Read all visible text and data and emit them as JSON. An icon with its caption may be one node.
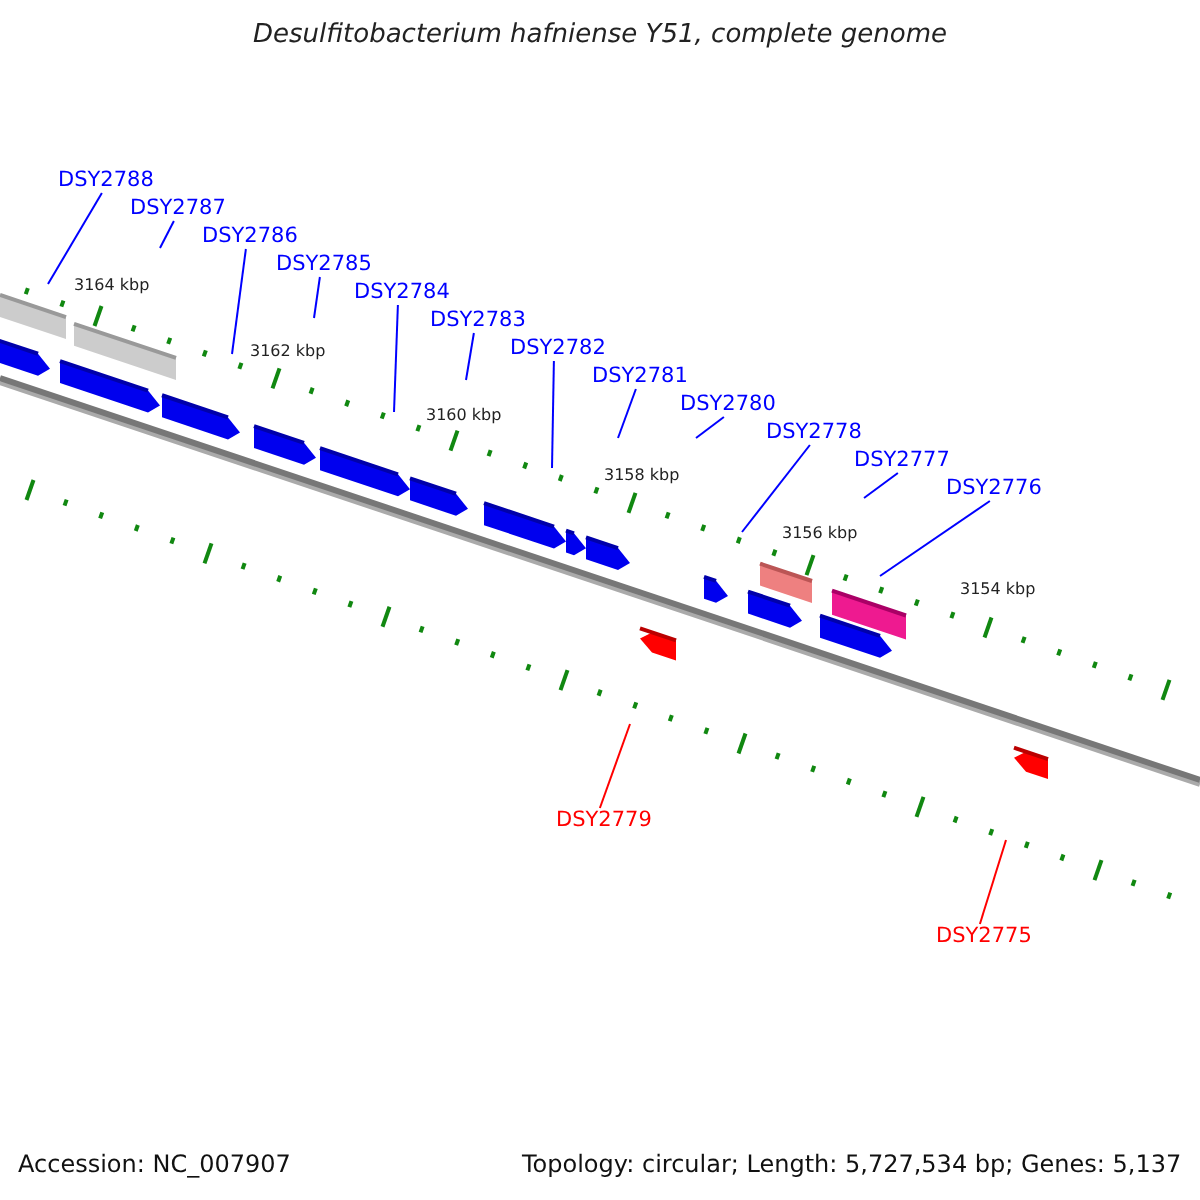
{
  "diagram": {
    "title": "Desulfitobacterium hafniense Y51, complete genome",
    "nodes": [
      {
        "text": [
          "DSY2788"
        ]
      },
      {
        "text": [
          "DSY2787"
        ]
      },
      {
        "text": [
          "DSY2786"
        ]
      },
      {
        "text": [
          "DSY2785"
        ]
      },
      {
        "text": [
          "DSY2784"
        ]
      },
      {
        "text": [
          "DSY2783"
        ]
      },
      {
        "text": [
          "DSY2782"
        ]
      },
      {
        "text": [
          "DSY2781"
        ]
      },
      {
        "text": [
          "DSY2780"
        ]
      },
      {
        "text": [
          "DSY2778"
        ]
      },
      {
        "text": [
          "DSY2777"
        ]
      },
      {
        "text": [
          "DSY2776"
        ]
      },
      {
        "text": [
          "DSY2779"
        ]
      },
      {
        "text": [
          "DSY2775"
        ]
      }
    ],
    "edges": [
      {
        "from": 0,
        "to": null,
        "arrow": "none"
      },
      {
        "from": 1,
        "to": null,
        "arrow": "none"
      },
      {
        "from": 2,
        "to": null,
        "arrow": "none"
      },
      {
        "from": 3,
        "to": null,
        "arrow": "none"
      },
      {
        "from": 4,
        "to": null,
        "arrow": "none"
      },
      {
        "from": 5,
        "to": null,
        "arrow": "none"
      },
      {
        "from": 6,
        "to": null,
        "arrow": "none"
      },
      {
        "from": 7,
        "to": null,
        "arrow": "none"
      },
      {
        "from": 8,
        "to": null,
        "arrow": "none"
      },
      {
        "from": 9,
        "to": null,
        "arrow": "none"
      },
      {
        "from": 10,
        "to": null,
        "arrow": "none"
      },
      {
        "from": 11,
        "to": null,
        "arrow": "none"
      },
      {
        "from": 12,
        "to": null,
        "arrow": "none",
        "color": "#ff0000"
      },
      {
        "from": 13,
        "to": null,
        "arrow": "none",
        "color": "#ff0000"
      }
    ],
    "labels": [
      "3164 kbp",
      "3162 kbp",
      "3160 kbp",
      "3158 kbp",
      "3156 kbp",
      "3154 kbp",
      "Accession: NC_007907",
      "Topology: circular; Length: 5,727,534 bp; Genes: 5,137"
    ]
  }
}
